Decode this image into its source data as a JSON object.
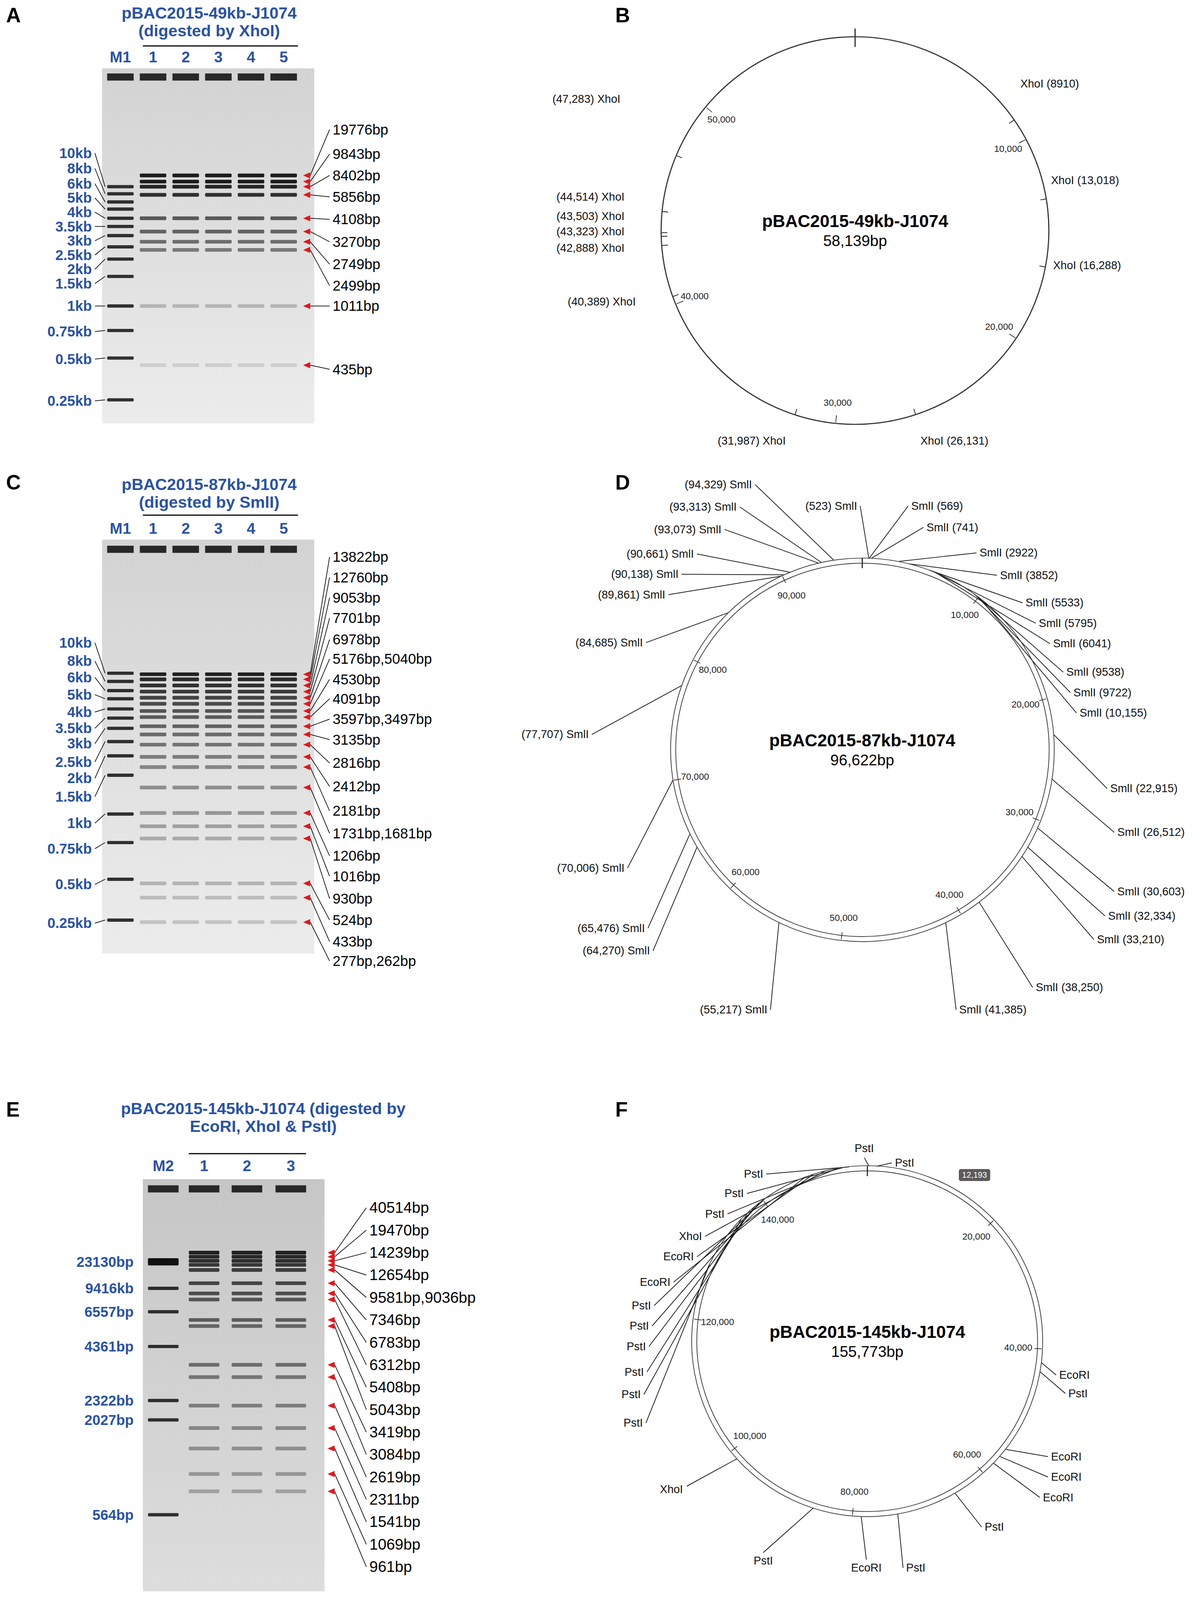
{
  "diagram": {
    "nodes": [
      {
        "text": [
          "pBAC2015-49kb-J1074",
          "58,139bp"
        ]
      },
      {
        "text": [
          "pBAC2015-87kb-J1074",
          "96,622bp"
        ]
      },
      {
        "text": [
          "pBAC2015-145kb-J1074",
          "155,773bp"
        ]
      },
      {
        "text": [
          "12,193"
        ]
      }
    ],
    "labels": [
      "A",
      "pBAC2015-49kb-J1074 (digested by XhoI)",
      "M1",
      "1",
      "2",
      "3",
      "4",
      "5",
      "10kb",
      "8kb",
      "6kb",
      "5kb",
      "4kb",
      "3.5kb",
      "3kb",
      "2.5kb",
      "2kb",
      "1.5kb",
      "1kb",
      "0.75kb",
      "0.5kb",
      "0.25kb",
      "19776bp",
      "9843bp",
      "8402bp",
      "5856bp",
      "4108bp",
      "3270bp",
      "2749bp",
      "2499bp",
      "1011bp",
      "435bp",
      "B",
      "10,000",
      "20,000",
      "30,000",
      "40,000",
      "50,000",
      "XhoI",
      "(8910)",
      "XhoI",
      "(13,018)",
      "XhoI",
      "(16,288)",
      "XhoI",
      "(26,131)",
      "(31,987)",
      "XhoI",
      "(40,389)",
      "XhoI",
      "(42,888)",
      "XhoI",
      "(43,323)",
      "XhoI",
      "(43,503)",
      "XhoI",
      "(44,514)",
      "XhoI",
      "(47,283)",
      "XhoI",
      "C",
      "pBAC2015-87kb-J1074 (digested by SmlI)",
      "M1",
      "1",
      "2",
      "3",
      "4",
      "5",
      "10kb",
      "8kb",
      "6kb",
      "5kb",
      "4kb",
      "3.5kb",
      "3kb",
      "2.5kb",
      "2kb",
      "1.5kb",
      "1kb",
      "0.75kb",
      "0.5kb",
      "0.25kb",
      "13822bp",
      "12760bp",
      "9053bp",
      "7701bp",
      "6978bp",
      "5176bp,5040bp",
      "4530bp",
      "4091bp",
      "3597bp,3497bp",
      "3135bp",
      "2816bp",
      "2412bp",
      "2181bp",
      "1731bp,1681bp",
      "1206bp",
      "1016bp",
      "930bp",
      "524bp",
      "433bp",
      "277bp,262bp",
      "D",
      "10,000",
      "20,000",
      "30,000",
      "40,000",
      "50,000",
      "60,000",
      "70,000",
      "80,000",
      "90,000",
      "(523)",
      "SmlI",
      "SmlI",
      "(569)",
      "SmlI",
      "(741)",
      "SmlI",
      "(2922)",
      "SmlI",
      "(3852)",
      "SmlI",
      "(5533)",
      "SmlI",
      "(5795)",
      "SmlI",
      "(6041)",
      "SmlI",
      "(9538)",
      "SmlI",
      "(9722)",
      "SmlI",
      "(10,155)",
      "SmlI",
      "(22,915)",
      "SmlI",
      "(26,512)",
      "SmlI",
      "(30,603)",
      "SmlI",
      "(32,334)",
      "SmlI",
      "(33,210)",
      "SmlI",
      "(38,250)",
      "SmlI",
      "(41,385)",
      "(55,217)",
      "SmlI",
      "(64,270)",
      "SmlI",
      "(65,476)",
      "SmlI",
      "(70,006)",
      "SmlI",
      "(77,707)",
      "SmlI",
      "(84,685)",
      "SmlI",
      "(89,861)",
      "SmlI",
      "(90,138)",
      "SmlI",
      "(90,661)",
      "SmlI",
      "(93,073)",
      "SmlI",
      "(93,313)",
      "SmlI",
      "(94,329)",
      "SmlI",
      "E",
      "pBAC2015-145kb-J1074 (digested by EcoRI, XhoI & PstI)",
      "M2",
      "1",
      "2",
      "3",
      "23130bp",
      "9416kb",
      "6557bp",
      "4361bp",
      "2322bb",
      "2027bp",
      "564bp",
      "40514bp",
      "19470bp",
      "14239bp",
      "12654bp",
      "9581bp,9036bp",
      "7346bp",
      "6783bp",
      "6312bp",
      "5408bp",
      "5043bp",
      "3419bp",
      "3084bp",
      "2619bp",
      "2311bp",
      "1541bp",
      "1069bp",
      "961bp",
      "F",
      "20,000",
      "40,000",
      "60,000",
      "80,000",
      "100,000",
      "120,000",
      "140,000",
      "PstI",
      "PstI",
      "PstI",
      "PstI",
      "PstI",
      "XhoI",
      "EcoRI",
      "EcoRI",
      "PstI",
      "PstI",
      "PstI",
      "PstI",
      "PstI",
      "PstI",
      "EcoRI",
      "PstI",
      "EcoRI",
      "EcoRI",
      "EcoRI",
      "PstI",
      "PstI",
      "EcoRI",
      "PstI",
      "XhoI"
    ]
  }
}
